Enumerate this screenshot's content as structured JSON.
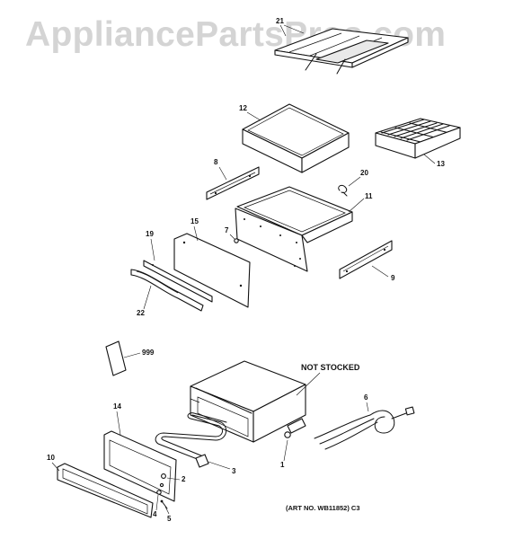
{
  "watermark": "AppliancePartsPros.com",
  "callouts": {
    "c1": "1",
    "c2": "2",
    "c3": "3",
    "c4": "4",
    "c5": "5",
    "c6": "6",
    "c7": "7",
    "c8": "8",
    "c9": "9",
    "c10": "10",
    "c11": "11",
    "c12": "12",
    "c13": "13",
    "c14": "14",
    "c15": "15",
    "c19": "19",
    "c20": "20",
    "c21": "21",
    "c22": "22",
    "c999": "999"
  },
  "note_not_stocked": "NOT STOCKED",
  "art_number": "(ART NO. WB11852) C3"
}
